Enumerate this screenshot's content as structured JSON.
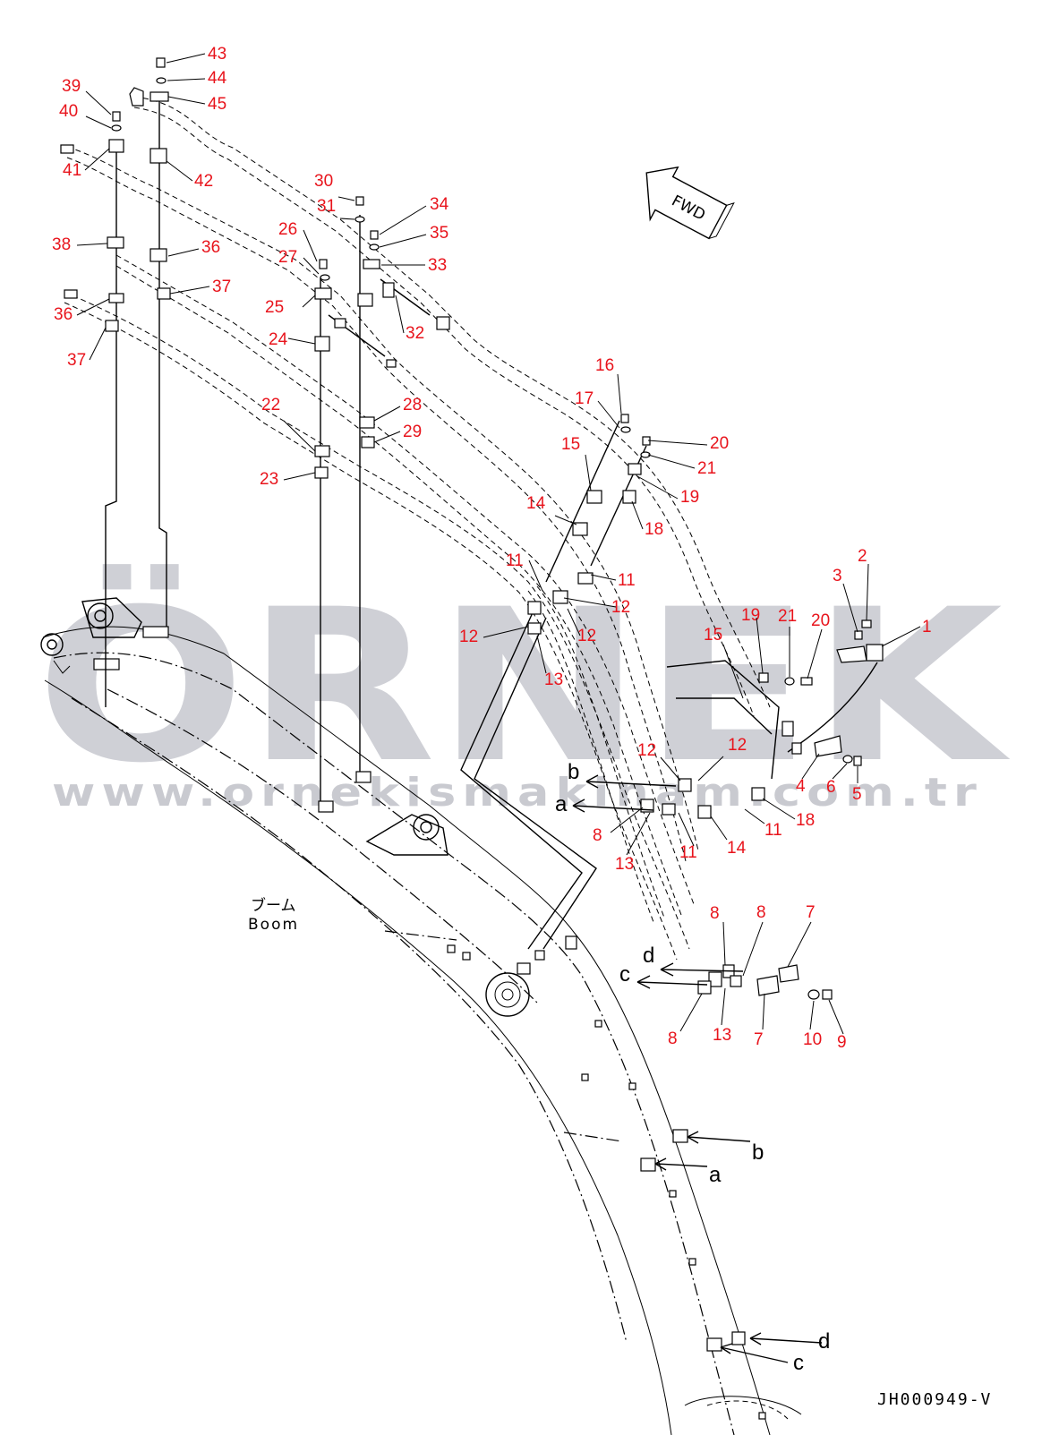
{
  "drawing": {
    "code": "JH000949-V",
    "boom_label_jp": "ブーム",
    "boom_label_en": "Boom",
    "fwd_label": "FWD"
  },
  "watermark": {
    "brand": "ÖRNEK",
    "url": "www.ornekismakinam.com.tr",
    "color": "#cfd0d6"
  },
  "colors": {
    "part_number": "#e8141c",
    "line": "#000000"
  },
  "part_numbers": [
    "43",
    "44",
    "45",
    "39",
    "40",
    "41",
    "42",
    "30",
    "31",
    "34",
    "35",
    "33",
    "26",
    "27",
    "25",
    "32",
    "24",
    "38",
    "36",
    "37",
    "36",
    "37",
    "22",
    "28",
    "29",
    "23",
    "16",
    "17",
    "15",
    "20",
    "21",
    "19",
    "14",
    "18",
    "11",
    "11",
    "12",
    "12",
    "12",
    "13",
    "2",
    "3",
    "1",
    "19",
    "21",
    "20",
    "15",
    "4",
    "6",
    "5",
    "12",
    "12",
    "18",
    "11",
    "8",
    "13",
    "11",
    "14",
    "8",
    "8",
    "7",
    "8",
    "13",
    "7",
    "10",
    "9"
  ],
  "reference_letters": [
    "b",
    "a",
    "d",
    "c",
    "b",
    "a",
    "d",
    "c"
  ]
}
